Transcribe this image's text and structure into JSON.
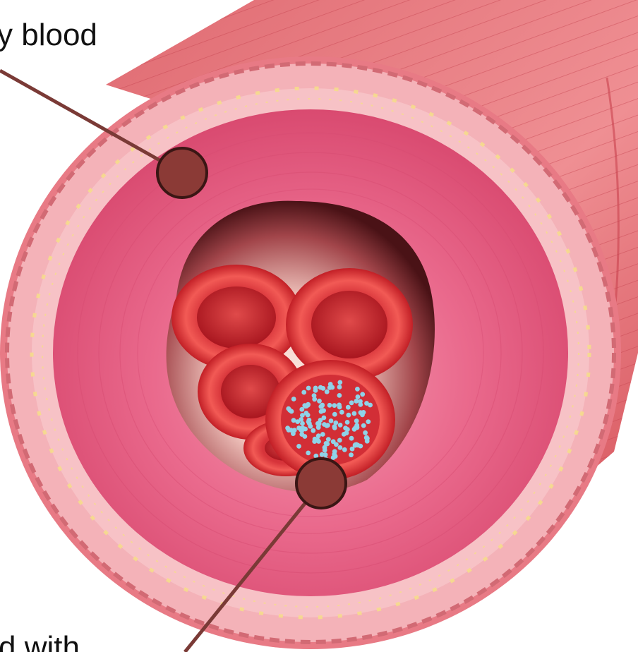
{
  "labels": {
    "top": "y blood",
    "bottom": "d with"
  },
  "colors": {
    "outer_wall": "#e8707a",
    "outer_wall_dark": "#c94a55",
    "adventitia_ring": "#f2a6ad",
    "fat_lines": "#f5dc8c",
    "intima": "#e8557a",
    "intima_light": "#f07a98",
    "lumen_dark": "#5a1a1f",
    "lumen_light": "#f6d6d0",
    "red_cell": "#e8363b",
    "red_cell_dark": "#b71d24",
    "platelet_dots": "#8fd3e8",
    "callout_line": "#7a3a36",
    "callout_dot": "#8b3a36",
    "callout_dot_border": "#3a1614"
  },
  "icons": {
    "callout_marker": "circle"
  }
}
